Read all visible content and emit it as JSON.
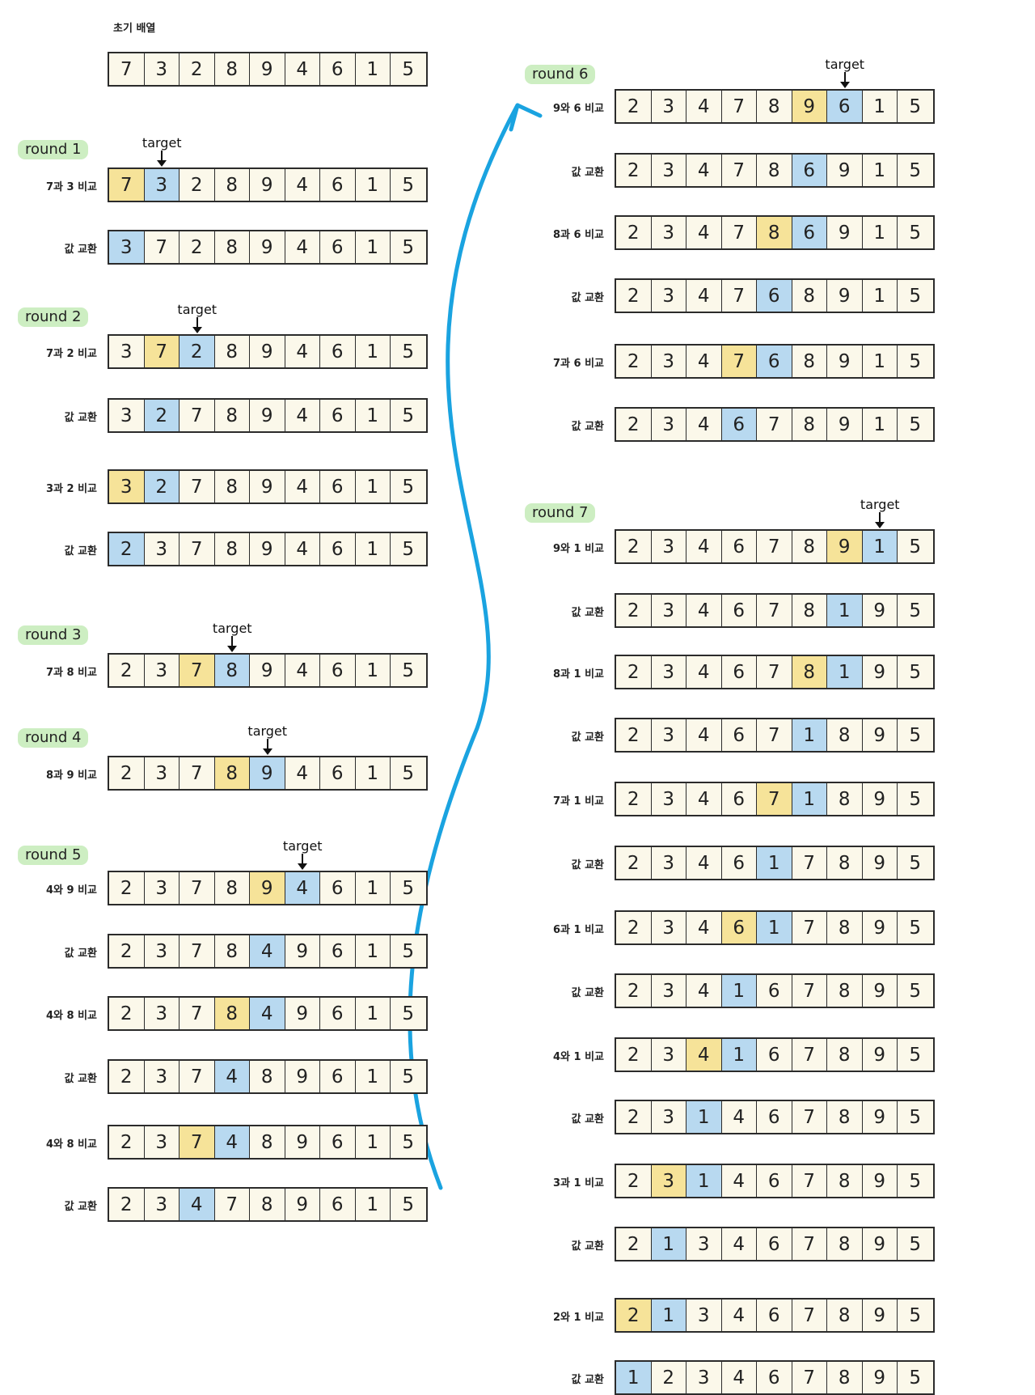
{
  "initial": {
    "label": "초기 배열",
    "values": [
      7,
      3,
      2,
      8,
      9,
      4,
      6,
      1,
      5
    ]
  },
  "target_text": "target",
  "arrow_color": "#1aa3e0",
  "colors": {
    "compare": "#f6e399",
    "target": "#b8d9f0",
    "cell": "#fbf8ea"
  },
  "rounds": [
    {
      "name": "round 1",
      "steps": [
        {
          "label": "7과 3 비교",
          "values": [
            7,
            3,
            2,
            8,
            9,
            4,
            6,
            1,
            5
          ],
          "cmp": 0,
          "tgt": 1,
          "target": true
        },
        {
          "label": "값 교환",
          "values": [
            3,
            7,
            2,
            8,
            9,
            4,
            6,
            1,
            5
          ],
          "tgt": 0
        }
      ]
    },
    {
      "name": "round 2",
      "steps": [
        {
          "label": "7과 2 비교",
          "values": [
            3,
            7,
            2,
            8,
            9,
            4,
            6,
            1,
            5
          ],
          "cmp": 1,
          "tgt": 2,
          "target": true
        },
        {
          "label": "값 교환",
          "values": [
            3,
            2,
            7,
            8,
            9,
            4,
            6,
            1,
            5
          ],
          "tgt": 1
        },
        {
          "label": "3과 2 비교",
          "values": [
            3,
            2,
            7,
            8,
            9,
            4,
            6,
            1,
            5
          ],
          "cmp": 0,
          "tgt": 1
        },
        {
          "label": "값 교환",
          "values": [
            2,
            3,
            7,
            8,
            9,
            4,
            6,
            1,
            5
          ],
          "tgt": 0
        }
      ]
    },
    {
      "name": "round 3",
      "steps": [
        {
          "label": "7과 8 비교",
          "values": [
            2,
            3,
            7,
            8,
            9,
            4,
            6,
            1,
            5
          ],
          "cmp": 2,
          "tgt": 3,
          "target": true
        }
      ]
    },
    {
      "name": "round 4",
      "steps": [
        {
          "label": "8과 9 비교",
          "values": [
            2,
            3,
            7,
            8,
            9,
            4,
            6,
            1,
            5
          ],
          "cmp": 3,
          "tgt": 4,
          "target": true
        }
      ]
    },
    {
      "name": "round 5",
      "steps": [
        {
          "label": "4와 9 비교",
          "values": [
            2,
            3,
            7,
            8,
            9,
            4,
            6,
            1,
            5
          ],
          "cmp": 4,
          "tgt": 5,
          "target": true
        },
        {
          "label": "값 교환",
          "values": [
            2,
            3,
            7,
            8,
            4,
            9,
            6,
            1,
            5
          ],
          "tgt": 4
        },
        {
          "label": "4와 8 비교",
          "values": [
            2,
            3,
            7,
            8,
            4,
            9,
            6,
            1,
            5
          ],
          "cmp": 3,
          "tgt": 4
        },
        {
          "label": "값 교환",
          "values": [
            2,
            3,
            7,
            4,
            8,
            9,
            6,
            1,
            5
          ],
          "tgt": 3
        },
        {
          "label": "4와 8 비교",
          "values": [
            2,
            3,
            7,
            4,
            8,
            9,
            6,
            1,
            5
          ],
          "cmp": 2,
          "tgt": 3
        },
        {
          "label": "값 교환",
          "values": [
            2,
            3,
            4,
            7,
            8,
            9,
            6,
            1,
            5
          ],
          "tgt": 2
        }
      ]
    },
    {
      "name": "round 6",
      "steps": [
        {
          "label": "9와 6 비교",
          "values": [
            2,
            3,
            4,
            7,
            8,
            9,
            6,
            1,
            5
          ],
          "cmp": 5,
          "tgt": 6,
          "target": true
        },
        {
          "label": "값 교환",
          "values": [
            2,
            3,
            4,
            7,
            8,
            6,
            9,
            1,
            5
          ],
          "tgt": 5
        },
        {
          "label": "8과 6 비교",
          "values": [
            2,
            3,
            4,
            7,
            8,
            6,
            9,
            1,
            5
          ],
          "cmp": 4,
          "tgt": 5
        },
        {
          "label": "값 교환",
          "values": [
            2,
            3,
            4,
            7,
            6,
            8,
            9,
            1,
            5
          ],
          "tgt": 4
        },
        {
          "label": "7과 6 비교",
          "values": [
            2,
            3,
            4,
            7,
            6,
            8,
            9,
            1,
            5
          ],
          "cmp": 3,
          "tgt": 4
        },
        {
          "label": "값 교환",
          "values": [
            2,
            3,
            4,
            6,
            7,
            8,
            9,
            1,
            5
          ],
          "tgt": 3
        }
      ]
    },
    {
      "name": "round 7",
      "steps": [
        {
          "label": "9와 1 비교",
          "values": [
            2,
            3,
            4,
            6,
            7,
            8,
            9,
            1,
            5
          ],
          "cmp": 6,
          "tgt": 7,
          "target": true
        },
        {
          "label": "값 교환",
          "values": [
            2,
            3,
            4,
            6,
            7,
            8,
            1,
            9,
            5
          ],
          "tgt": 6
        },
        {
          "label": "8과 1 비교",
          "values": [
            2,
            3,
            4,
            6,
            7,
            8,
            1,
            9,
            5
          ],
          "cmp": 5,
          "tgt": 6
        },
        {
          "label": "값 교환",
          "values": [
            2,
            3,
            4,
            6,
            7,
            1,
            8,
            9,
            5
          ],
          "tgt": 5
        },
        {
          "label": "7과 1 비교",
          "values": [
            2,
            3,
            4,
            6,
            7,
            1,
            8,
            9,
            5
          ],
          "cmp": 4,
          "tgt": 5
        },
        {
          "label": "값 교환",
          "values": [
            2,
            3,
            4,
            6,
            1,
            7,
            8,
            9,
            5
          ],
          "tgt": 4
        },
        {
          "label": "6과 1 비교",
          "values": [
            2,
            3,
            4,
            6,
            1,
            7,
            8,
            9,
            5
          ],
          "cmp": 3,
          "tgt": 4
        },
        {
          "label": "값 교환",
          "values": [
            2,
            3,
            4,
            1,
            6,
            7,
            8,
            9,
            5
          ],
          "tgt": 3
        },
        {
          "label": "4와 1 비교",
          "values": [
            2,
            3,
            4,
            1,
            6,
            7,
            8,
            9,
            5
          ],
          "cmp": 2,
          "tgt": 3
        },
        {
          "label": "값 교환",
          "values": [
            2,
            3,
            1,
            4,
            6,
            7,
            8,
            9,
            5
          ],
          "tgt": 2
        },
        {
          "label": "3과 1 비교",
          "values": [
            2,
            3,
            1,
            4,
            6,
            7,
            8,
            9,
            5
          ],
          "cmp": 1,
          "tgt": 2
        },
        {
          "label": "값 교환",
          "values": [
            2,
            1,
            3,
            4,
            6,
            7,
            8,
            9,
            5
          ],
          "tgt": 1
        },
        {
          "label": "2와 1 비교",
          "values": [
            2,
            1,
            3,
            4,
            6,
            7,
            8,
            9,
            5
          ],
          "cmp": 0,
          "tgt": 1
        },
        {
          "label": "값 교환",
          "values": [
            1,
            2,
            3,
            4,
            6,
            7,
            8,
            9,
            5
          ],
          "tgt": 0
        }
      ]
    }
  ]
}
